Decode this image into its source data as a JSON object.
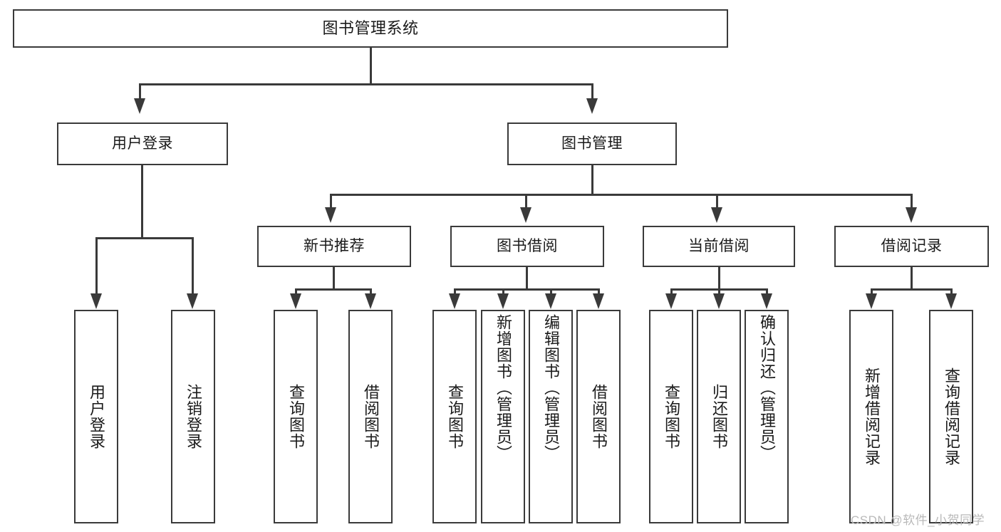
{
  "diagram": {
    "title": "图书管理系统",
    "type": "tree-hierarchy-chart",
    "root": {
      "label": "图书管理系统"
    },
    "level2": [
      {
        "label": "用户登录"
      },
      {
        "label": "图书管理"
      }
    ],
    "level3": [
      {
        "label": "新书推荐"
      },
      {
        "label": "图书借阅"
      },
      {
        "label": "当前借阅"
      },
      {
        "label": "借阅记录"
      }
    ],
    "leaves": {
      "user_login": [
        {
          "label": "用户登录"
        },
        {
          "label": "注销登录"
        }
      ],
      "new_book_recommend": [
        {
          "label": "查询图书"
        },
        {
          "label": "借阅图书"
        }
      ],
      "book_borrow": [
        {
          "label": "查询图书"
        },
        {
          "label": "新增图书（管理员）"
        },
        {
          "label": "编辑图书（管理员）"
        },
        {
          "label": "借阅图书"
        }
      ],
      "current_borrow": [
        {
          "label": "查询图书"
        },
        {
          "label": "归还图书"
        },
        {
          "label": "确认归还（管理员）"
        }
      ],
      "borrow_record": [
        {
          "label": "新增借阅记录"
        },
        {
          "label": "查询借阅记录"
        }
      ]
    }
  },
  "watermark": {
    "text": "CSDN @软件_小贺同学"
  },
  "colors": {
    "stroke": "#3a3a3a",
    "background": "#ffffff",
    "text": "#1a1a1a",
    "watermark": "#b9b9b9"
  }
}
